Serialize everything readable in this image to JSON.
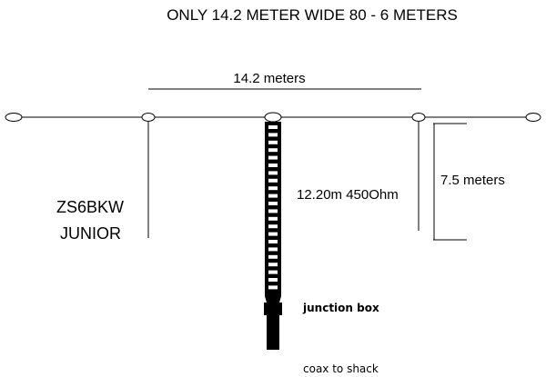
{
  "diagram": {
    "title": "ONLY 14.2 METER WIDE  80 - 6 METERS",
    "width_label": "14.2 meters",
    "height_label": "7.5 meters",
    "feedline_label": "12.20m 450Ohm",
    "antenna_name_line1": "ZS6BKW",
    "antenna_name_line2": "JUNIOR",
    "junction_label": "junction box",
    "coax_label": "coax to shack",
    "colors": {
      "ink": "#000000",
      "background": "#ffffff"
    }
  }
}
